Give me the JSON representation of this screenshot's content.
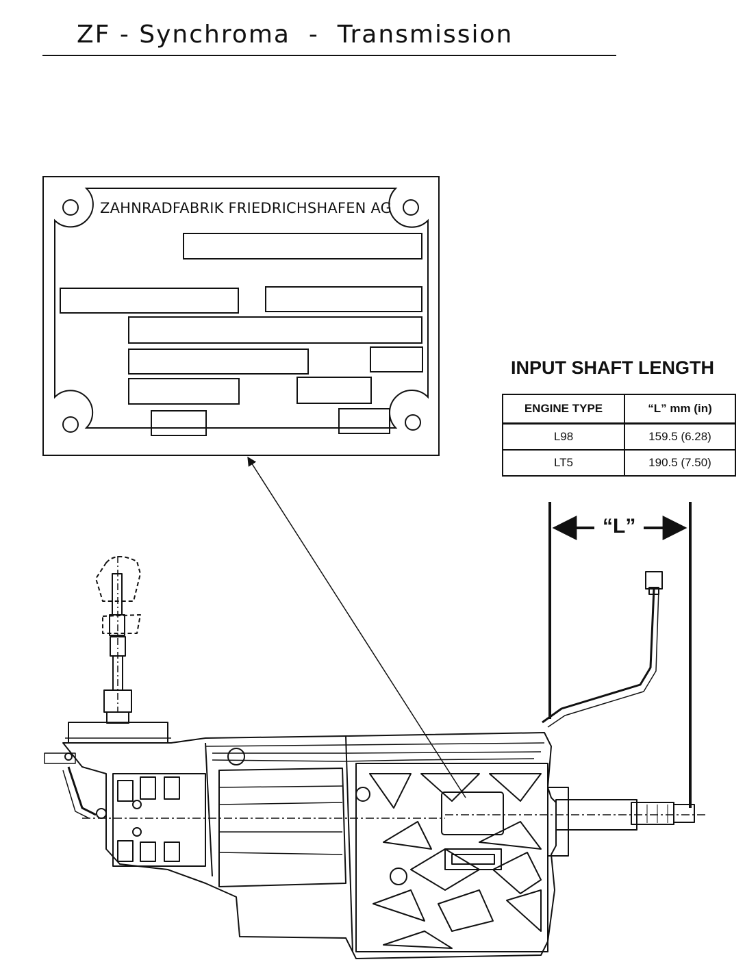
{
  "header": {
    "title": "ZF - Synchroma  -  Transmission"
  },
  "id_plate": {
    "manufacturer": "ZAHNRADFABRIK FRIEDRICHSHAFEN AG"
  },
  "input_shaft_table": {
    "heading": "INPUT SHAFT LENGTH",
    "columns": [
      "ENGINE TYPE",
      "“L” mm (in)"
    ],
    "rows": [
      [
        "L98",
        "159.5 (6.28)"
      ],
      [
        "LT5",
        "190.5 (7.50)"
      ]
    ]
  },
  "dimension": {
    "label": "“L”"
  }
}
